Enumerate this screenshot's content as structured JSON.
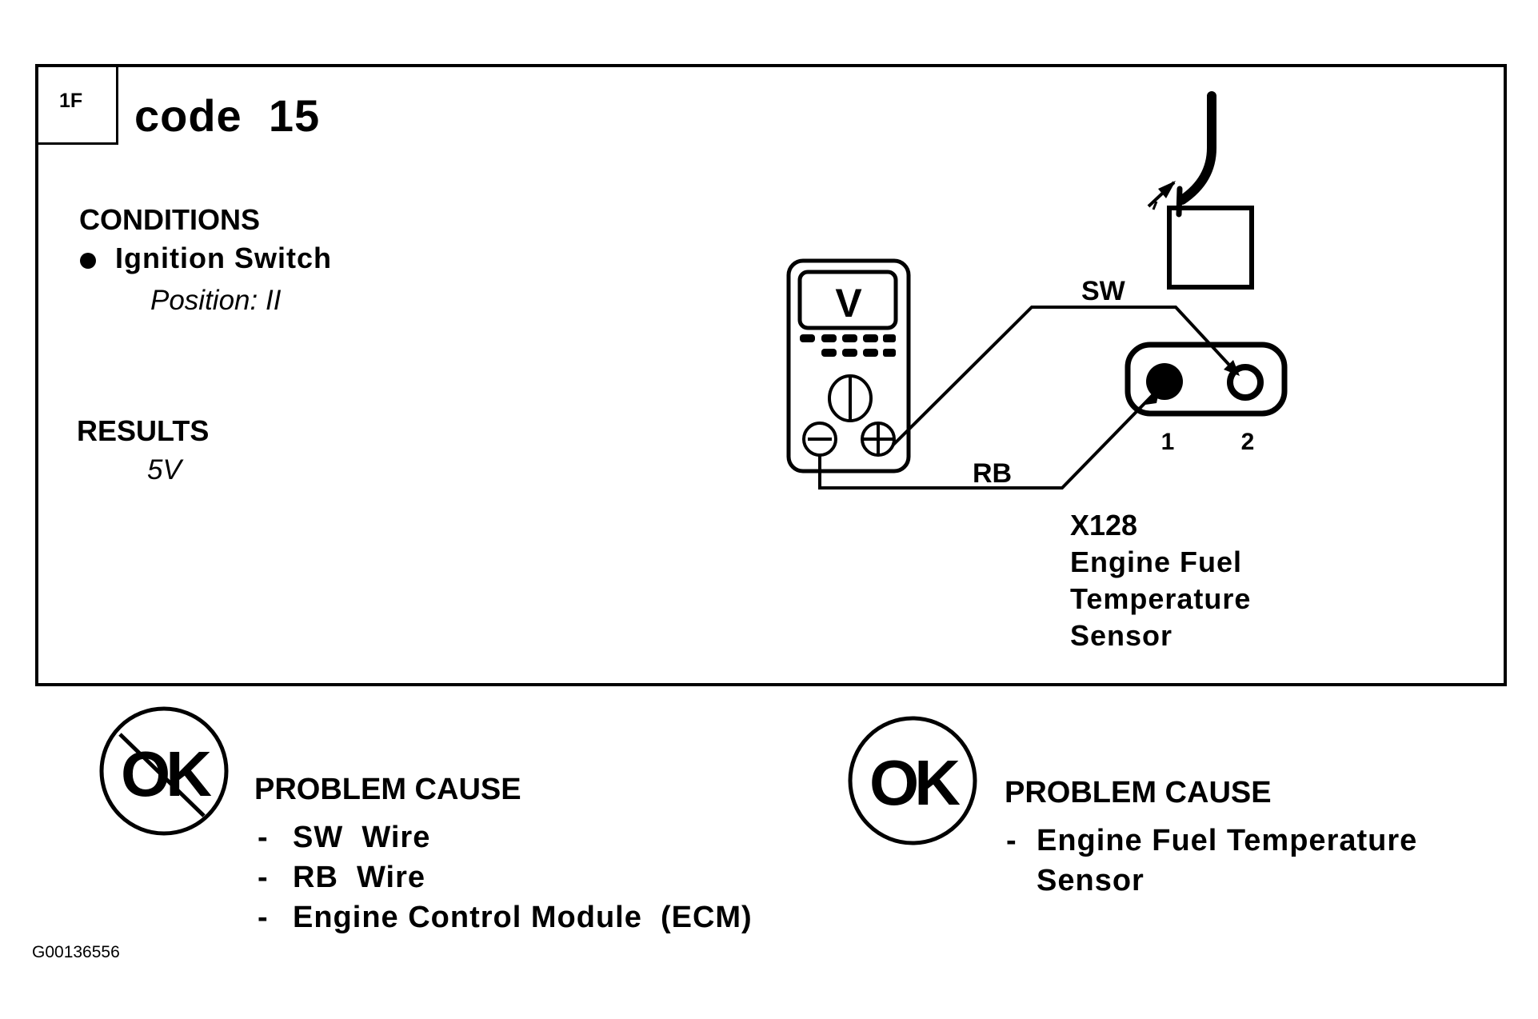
{
  "header": {
    "section_code": "1F",
    "title": "code  15"
  },
  "conditions": {
    "heading": "CONDITIONS",
    "items": [
      {
        "label": "Ignition Switch",
        "detail": "Position: II"
      }
    ]
  },
  "results": {
    "heading": "RESULTS",
    "value": "5V"
  },
  "diagram": {
    "meter_mode": "V",
    "wires": [
      {
        "label": "SW",
        "from": "meter-positive",
        "to": "pin-2"
      },
      {
        "label": "RB",
        "from": "meter-negative",
        "to": "pin-1"
      }
    ],
    "pins": [
      "1",
      "2"
    ],
    "component": {
      "id": "X128",
      "name_lines": [
        "Engine Fuel",
        "Temperature",
        "Sensor"
      ]
    }
  },
  "not_ok": {
    "badge": "OK",
    "heading": "PROBLEM CAUSE",
    "items": [
      "SW  Wire",
      "RB  Wire",
      "Engine Control Module  (ECM)"
    ]
  },
  "ok": {
    "badge": "OK",
    "heading": "PROBLEM CAUSE",
    "items": [
      "Engine Fuel Temperature",
      "Sensor"
    ]
  },
  "figure_id": "G00136556"
}
